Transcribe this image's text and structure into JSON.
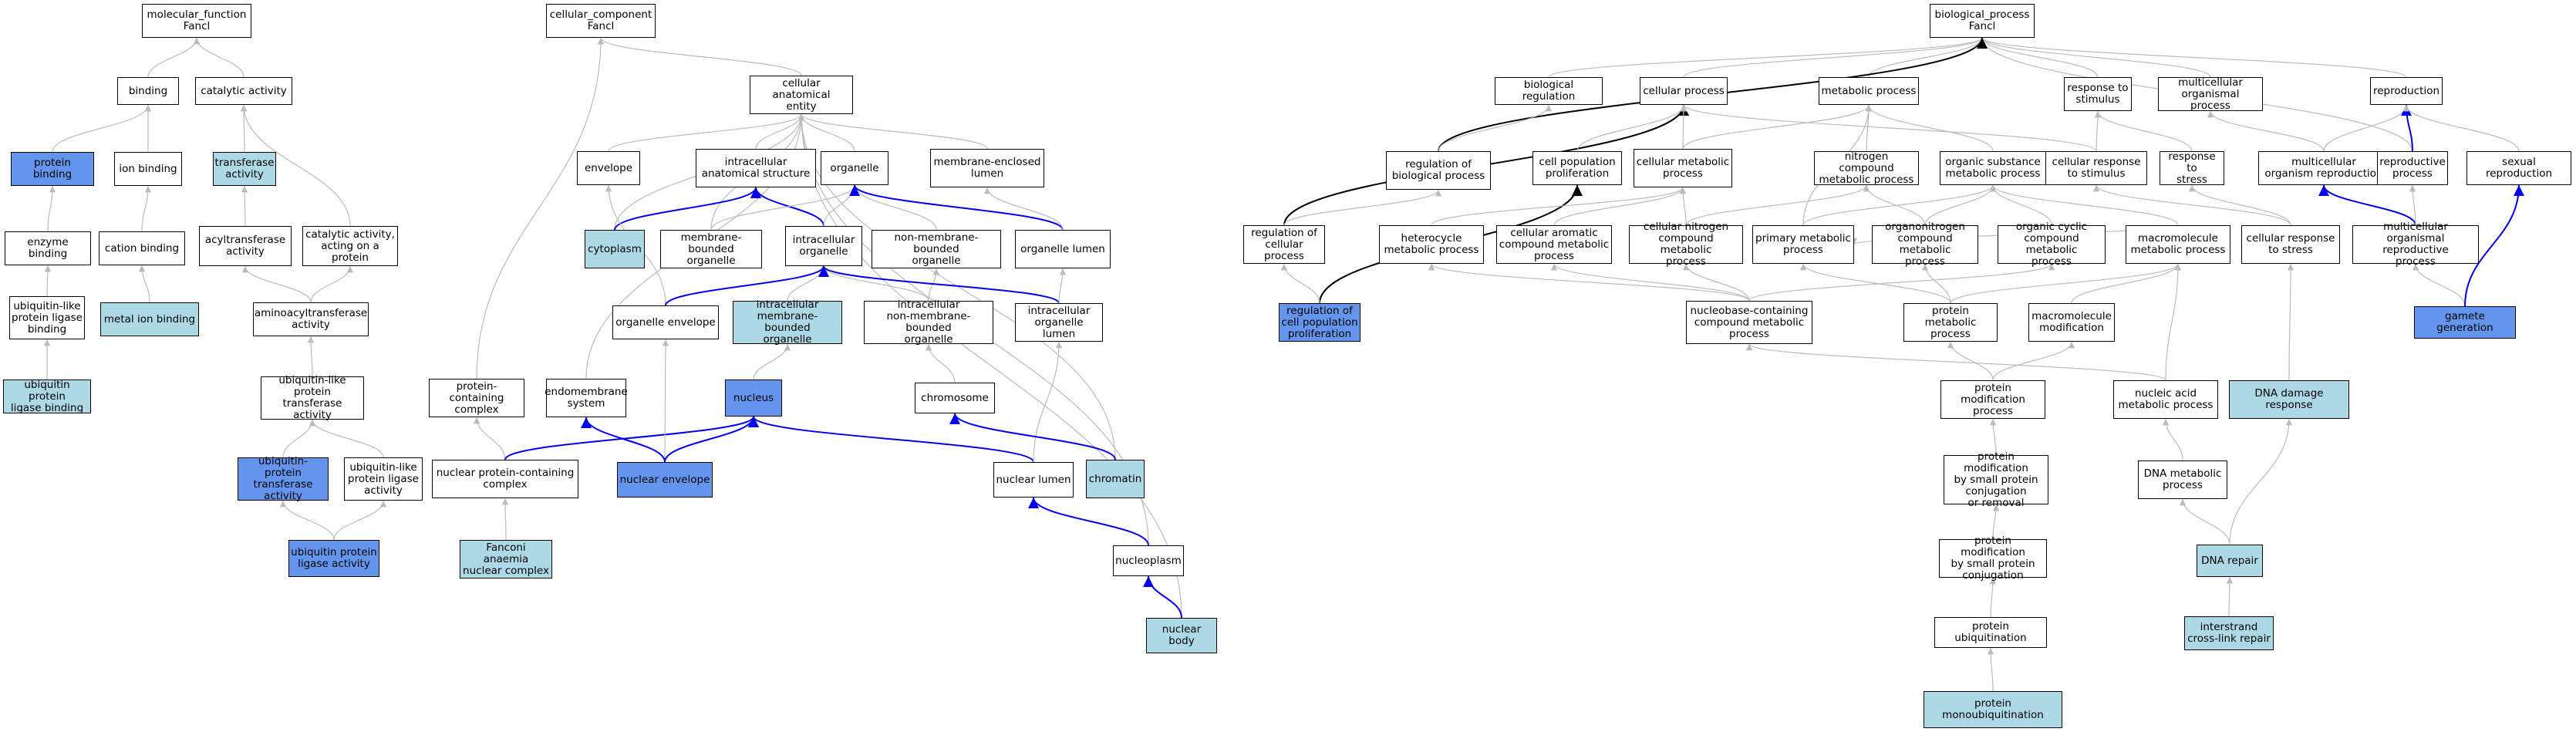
{
  "palette": {
    "white": "#ffffff",
    "light": "#ADD8E6",
    "blue": "#6495ED",
    "edge_gray": "#bbbbbb",
    "edge_blue": "#0000ee",
    "edge_black": "#000000"
  },
  "nodes": [
    {
      "id": "mf",
      "label": "molecular_function\nFancl",
      "fill": "white"
    },
    {
      "id": "binding",
      "label": "binding",
      "fill": "white"
    },
    {
      "id": "catact",
      "label": "catalytic activity",
      "fill": "white"
    },
    {
      "id": "protbind",
      "label": "protein binding",
      "fill": "blue"
    },
    {
      "id": "ionbind",
      "label": "ion binding",
      "fill": "white"
    },
    {
      "id": "transf",
      "label": "transferase\nactivity",
      "fill": "light"
    },
    {
      "id": "enzbind",
      "label": "enzyme binding",
      "fill": "white"
    },
    {
      "id": "catbind",
      "label": "cation binding",
      "fill": "white"
    },
    {
      "id": "acyltr",
      "label": "acyltransferase\nactivity",
      "fill": "white"
    },
    {
      "id": "catacting",
      "label": "catalytic activity,\nacting on a\nprotein",
      "fill": "white"
    },
    {
      "id": "ubllig",
      "label": "ubiquitin-like\nprotein ligase\nbinding",
      "fill": "white"
    },
    {
      "id": "metalbind",
      "label": "metal ion binding",
      "fill": "light"
    },
    {
      "id": "aminoacyl",
      "label": "aminoacyltransferase\nactivity",
      "fill": "white"
    },
    {
      "id": "ublprottr",
      "label": "ubiquitin-like\nprotein transferase\nactivity",
      "fill": "white"
    },
    {
      "id": "ubiqligbind",
      "label": "ubiquitin protein\nligase binding",
      "fill": "light"
    },
    {
      "id": "ubiqtr",
      "label": "ubiquitin-protein\ntransferase\nactivity",
      "fill": "blue"
    },
    {
      "id": "ublligact",
      "label": "ubiquitin-like\nprotein ligase\nactivity",
      "fill": "white"
    },
    {
      "id": "ubiqligact",
      "label": "ubiquitin protein\nligase activity",
      "fill": "blue"
    },
    {
      "id": "cc",
      "label": "cellular_component\nFancl",
      "fill": "white"
    },
    {
      "id": "cae",
      "label": "cellular anatomical\nentity",
      "fill": "white"
    },
    {
      "id": "envelope",
      "label": "envelope",
      "fill": "white"
    },
    {
      "id": "intrastruct",
      "label": "intracellular\nanatomical structure",
      "fill": "white"
    },
    {
      "id": "organelle",
      "label": "organelle",
      "fill": "white"
    },
    {
      "id": "membenc",
      "label": "membrane-enclosed\nlumen",
      "fill": "white"
    },
    {
      "id": "cytoplasm",
      "label": "cytoplasm",
      "fill": "light"
    },
    {
      "id": "membbound",
      "label": "membrane-bounded\norganelle",
      "fill": "white"
    },
    {
      "id": "intraorg",
      "label": "intracellular\norganelle",
      "fill": "white"
    },
    {
      "id": "nonmemb",
      "label": "non-membrane-bounded\norganelle",
      "fill": "white"
    },
    {
      "id": "orglumen",
      "label": "organelle lumen",
      "fill": "white"
    },
    {
      "id": "orgenv",
      "label": "organelle envelope",
      "fill": "white"
    },
    {
      "id": "intramembbound",
      "label": "intracellular\nmembrane-bounded\norganelle",
      "fill": "light"
    },
    {
      "id": "intranonmemb",
      "label": "intracellular\nnon-membrane-bounded\norganelle",
      "fill": "white"
    },
    {
      "id": "intraorglumen",
      "label": "intracellular\norganelle lumen",
      "fill": "white"
    },
    {
      "id": "protcontcomplex",
      "label": "protein-containing\ncomplex",
      "fill": "white"
    },
    {
      "id": "endomemb",
      "label": "endomembrane\nsystem",
      "fill": "white"
    },
    {
      "id": "nucleus",
      "label": "nucleus",
      "fill": "blue"
    },
    {
      "id": "chromosome",
      "label": "chromosome",
      "fill": "white"
    },
    {
      "id": "nucprotcomplex",
      "label": "nuclear protein-containing\ncomplex",
      "fill": "white"
    },
    {
      "id": "nucenv",
      "label": "nuclear envelope",
      "fill": "blue"
    },
    {
      "id": "nuclumen",
      "label": "nuclear lumen",
      "fill": "white"
    },
    {
      "id": "chromatin",
      "label": "chromatin",
      "fill": "light"
    },
    {
      "id": "fanconi",
      "label": "Fanconi anaemia\nnuclear complex",
      "fill": "light"
    },
    {
      "id": "nucleoplasm",
      "label": "nucleoplasm",
      "fill": "white"
    },
    {
      "id": "nucbody",
      "label": "nuclear body",
      "fill": "light"
    },
    {
      "id": "bp",
      "label": "biological_process\nFancl",
      "fill": "white"
    },
    {
      "id": "bioreg",
      "label": "biological regulation",
      "fill": "white"
    },
    {
      "id": "cellproc",
      "label": "cellular process",
      "fill": "white"
    },
    {
      "id": "metproc",
      "label": "metabolic process",
      "fill": "white"
    },
    {
      "id": "respstim",
      "label": "response to\nstimulus",
      "fill": "white"
    },
    {
      "id": "multiorg",
      "label": "multicellular\norganismal process",
      "fill": "white"
    },
    {
      "id": "repro",
      "label": "reproduction",
      "fill": "white"
    },
    {
      "id": "regbio",
      "label": "regulation of\nbiological process",
      "fill": "white"
    },
    {
      "id": "cellpopprolif",
      "label": "cell population\nproliferation",
      "fill": "white"
    },
    {
      "id": "cellmet",
      "label": "cellular metabolic\nprocess",
      "fill": "white"
    },
    {
      "id": "nitro",
      "label": "nitrogen compound\nmetabolic process",
      "fill": "white"
    },
    {
      "id": "orgsubst",
      "label": "organic substance\nmetabolic process",
      "fill": "white"
    },
    {
      "id": "cellresp",
      "label": "cellular response\nto stimulus",
      "fill": "white"
    },
    {
      "id": "respstress",
      "label": "response to\nstress",
      "fill": "white"
    },
    {
      "id": "multirepro",
      "label": "multicellular\norganism reproduction",
      "fill": "white"
    },
    {
      "id": "reproproc",
      "label": "reproductive\nprocess",
      "fill": "white"
    },
    {
      "id": "sexrepro",
      "label": "sexual reproduction",
      "fill": "white"
    },
    {
      "id": "regcellproc",
      "label": "regulation of\ncellular process",
      "fill": "white"
    },
    {
      "id": "heterocycle",
      "label": "heterocycle\nmetabolic process",
      "fill": "white"
    },
    {
      "id": "cellaromatic",
      "label": "cellular aromatic\ncompound metabolic\nprocess",
      "fill": "white"
    },
    {
      "id": "cellnitro",
      "label": "cellular nitrogen\ncompound metabolic\nprocess",
      "fill": "white"
    },
    {
      "id": "primmet",
      "label": "primary metabolic\nprocess",
      "fill": "white"
    },
    {
      "id": "organonitro",
      "label": "organonitrogen\ncompound metabolic\nprocess",
      "fill": "white"
    },
    {
      "id": "orgcyclic",
      "label": "organic cyclic\ncompound metabolic\nprocess",
      "fill": "white"
    },
    {
      "id": "macromet",
      "label": "macromolecule\nmetabolic process",
      "fill": "white"
    },
    {
      "id": "cellrespstress",
      "label": "cellular response\nto stress",
      "fill": "white"
    },
    {
      "id": "multireproproc",
      "label": "multicellular\norganismal reproductive\nprocess",
      "fill": "white"
    },
    {
      "id": "regcellpop",
      "label": "regulation of\ncell population\nproliferation",
      "fill": "blue"
    },
    {
      "id": "nucleobase",
      "label": "nucleobase-containing\ncompound metabolic\nprocess",
      "fill": "white"
    },
    {
      "id": "protmet",
      "label": "protein metabolic\nprocess",
      "fill": "white"
    },
    {
      "id": "macromod",
      "label": "macromolecule\nmodification",
      "fill": "white"
    },
    {
      "id": "gametegen",
      "label": "gamete generation",
      "fill": "blue"
    },
    {
      "id": "protmod",
      "label": "protein modification\nprocess",
      "fill": "white"
    },
    {
      "id": "nucacid",
      "label": "nucleic acid\nmetabolic process",
      "fill": "white"
    },
    {
      "id": "dnadamage",
      "label": "DNA damage response",
      "fill": "light"
    },
    {
      "id": "protmodsmall",
      "label": "protein modification\nby small protein\nconjugation\nor removal",
      "fill": "white"
    },
    {
      "id": "dnamet",
      "label": "DNA metabolic\nprocess",
      "fill": "white"
    },
    {
      "id": "protmodconj",
      "label": "protein modification\nby small protein\nconjugation",
      "fill": "white"
    },
    {
      "id": "dnarepair",
      "label": "DNA repair",
      "fill": "light"
    },
    {
      "id": "protubiq",
      "label": "protein ubiquitination",
      "fill": "white"
    },
    {
      "id": "interstrand",
      "label": "interstrand\ncross-link repair",
      "fill": "light"
    },
    {
      "id": "protmonoubiq",
      "label": "protein monoubiquitination",
      "fill": "light"
    }
  ],
  "edges": [
    {
      "from": "binding",
      "to": "mf",
      "style": "gray"
    },
    {
      "from": "catact",
      "to": "mf",
      "style": "gray"
    },
    {
      "from": "protbind",
      "to": "binding",
      "style": "gray"
    },
    {
      "from": "ionbind",
      "to": "binding",
      "style": "gray"
    },
    {
      "from": "transf",
      "to": "catact",
      "style": "gray"
    },
    {
      "from": "catacting",
      "to": "catact",
      "style": "gray"
    },
    {
      "from": "enzbind",
      "to": "protbind",
      "style": "gray"
    },
    {
      "from": "catbind",
      "to": "ionbind",
      "style": "gray"
    },
    {
      "from": "acyltr",
      "to": "transf",
      "style": "gray"
    },
    {
      "from": "ubllig",
      "to": "enzbind",
      "style": "gray"
    },
    {
      "from": "metalbind",
      "to": "catbind",
      "style": "gray"
    },
    {
      "from": "aminoacyl",
      "to": "acyltr",
      "style": "gray"
    },
    {
      "from": "aminoacyl",
      "to": "catacting",
      "style": "gray"
    },
    {
      "from": "ubiqligbind",
      "to": "ubllig",
      "style": "gray"
    },
    {
      "from": "ublprottr",
      "to": "aminoacyl",
      "style": "gray"
    },
    {
      "from": "ubiqtr",
      "to": "ublprottr",
      "style": "gray"
    },
    {
      "from": "ublligact",
      "to": "ublprottr",
      "style": "gray"
    },
    {
      "from": "ubiqligact",
      "to": "ubiqtr",
      "style": "gray"
    },
    {
      "from": "ubiqligact",
      "to": "ublligact",
      "style": "gray"
    },
    {
      "from": "cae",
      "to": "cc",
      "style": "gray"
    },
    {
      "from": "protcontcomplex",
      "to": "cc",
      "style": "gray"
    },
    {
      "from": "envelope",
      "to": "cae",
      "style": "gray"
    },
    {
      "from": "intrastruct",
      "to": "cae",
      "style": "gray"
    },
    {
      "from": "organelle",
      "to": "cae",
      "style": "gray"
    },
    {
      "from": "membenc",
      "to": "cae",
      "style": "gray"
    },
    {
      "from": "cytoplasm",
      "to": "cae",
      "style": "gray"
    },
    {
      "from": "membbound",
      "to": "cae",
      "style": "gray"
    },
    {
      "from": "endomemb",
      "to": "cae",
      "style": "gray"
    },
    {
      "from": "chromatin",
      "to": "cae",
      "style": "gray"
    },
    {
      "from": "nucleoplasm",
      "to": "cae",
      "style": "gray"
    },
    {
      "from": "nucbody",
      "to": "cae",
      "style": "gray"
    },
    {
      "from": "cytoplasm",
      "to": "intrastruct",
      "style": "blue"
    },
    {
      "from": "intraorg",
      "to": "intrastruct",
      "style": "blue"
    },
    {
      "from": "membbound",
      "to": "organelle",
      "style": "gray"
    },
    {
      "from": "intraorg",
      "to": "organelle",
      "style": "gray"
    },
    {
      "from": "nonmemb",
      "to": "organelle",
      "style": "gray"
    },
    {
      "from": "orglumen",
      "to": "organelle",
      "style": "blue"
    },
    {
      "from": "orglumen",
      "to": "membenc",
      "style": "gray"
    },
    {
      "from": "orgenv",
      "to": "envelope",
      "style": "gray"
    },
    {
      "from": "orgenv",
      "to": "intraorg",
      "style": "blue"
    },
    {
      "from": "intramembbound",
      "to": "intraorg",
      "style": "gray"
    },
    {
      "from": "intranonmemb",
      "to": "intraorg",
      "style": "gray"
    },
    {
      "from": "intranonmemb",
      "to": "nonmemb",
      "style": "gray"
    },
    {
      "from": "intraorglumen",
      "to": "intraorg",
      "style": "blue"
    },
    {
      "from": "intraorglumen",
      "to": "orglumen",
      "style": "gray"
    },
    {
      "from": "nucleus",
      "to": "intramembbound",
      "style": "gray"
    },
    {
      "from": "chromosome",
      "to": "intranonmemb",
      "style": "gray"
    },
    {
      "from": "nucprotcomplex",
      "to": "protcontcomplex",
      "style": "gray"
    },
    {
      "from": "nucprotcomplex",
      "to": "nucleus",
      "style": "blue"
    },
    {
      "from": "nucenv",
      "to": "orgenv",
      "style": "gray"
    },
    {
      "from": "nucenv",
      "to": "endomemb",
      "style": "blue"
    },
    {
      "from": "nucenv",
      "to": "nucleus",
      "style": "blue"
    },
    {
      "from": "nuclumen",
      "to": "nucleus",
      "style": "blue"
    },
    {
      "from": "nuclumen",
      "to": "intraorglumen",
      "style": "gray"
    },
    {
      "from": "chromatin",
      "to": "chromosome",
      "style": "blue"
    },
    {
      "from": "fanconi",
      "to": "nucprotcomplex",
      "style": "gray"
    },
    {
      "from": "nucleoplasm",
      "to": "nuclumen",
      "style": "blue"
    },
    {
      "from": "nucbody",
      "to": "nucleoplasm",
      "style": "blue"
    },
    {
      "from": "bioreg",
      "to": "bp",
      "style": "gray"
    },
    {
      "from": "cellproc",
      "to": "bp",
      "style": "gray"
    },
    {
      "from": "metproc",
      "to": "bp",
      "style": "gray"
    },
    {
      "from": "respstim",
      "to": "bp",
      "style": "gray"
    },
    {
      "from": "multiorg",
      "to": "bp",
      "style": "gray"
    },
    {
      "from": "repro",
      "to": "bp",
      "style": "gray"
    },
    {
      "from": "reproproc",
      "to": "bp",
      "style": "gray"
    },
    {
      "from": "regbio",
      "to": "bp",
      "style": "black"
    },
    {
      "from": "regbio",
      "to": "bioreg",
      "style": "gray"
    },
    {
      "from": "regcellproc",
      "to": "cellproc",
      "style": "black"
    },
    {
      "from": "regcellproc",
      "to": "regbio",
      "style": "gray"
    },
    {
      "from": "cellpopprolif",
      "to": "cellproc",
      "style": "gray"
    },
    {
      "from": "regcellpop",
      "to": "cellpopprolif",
      "style": "black"
    },
    {
      "from": "regcellpop",
      "to": "regcellproc",
      "style": "gray"
    },
    {
      "from": "cellmet",
      "to": "cellproc",
      "style": "gray"
    },
    {
      "from": "cellmet",
      "to": "metproc",
      "style": "gray"
    },
    {
      "from": "nitro",
      "to": "metproc",
      "style": "gray"
    },
    {
      "from": "orgsubst",
      "to": "metproc",
      "style": "gray"
    },
    {
      "from": "primmet",
      "to": "metproc",
      "style": "gray"
    },
    {
      "from": "cellresp",
      "to": "respstim",
      "style": "gray"
    },
    {
      "from": "cellresp",
      "to": "cellproc",
      "style": "gray"
    },
    {
      "from": "respstress",
      "to": "respstim",
      "style": "gray"
    },
    {
      "from": "multirepro",
      "to": "multiorg",
      "style": "gray"
    },
    {
      "from": "multirepro",
      "to": "repro",
      "style": "gray"
    },
    {
      "from": "reproproc",
      "to": "repro",
      "style": "blue"
    },
    {
      "from": "sexrepro",
      "to": "repro",
      "style": "gray"
    },
    {
      "from": "heterocycle",
      "to": "cellmet",
      "style": "gray"
    },
    {
      "from": "cellaromatic",
      "to": "cellmet",
      "style": "gray"
    },
    {
      "from": "cellnitro",
      "to": "cellmet",
      "style": "gray"
    },
    {
      "from": "cellnitro",
      "to": "nitro",
      "style": "gray"
    },
    {
      "from": "primmet",
      "to": "orgsubst",
      "style": "gray"
    },
    {
      "from": "organonitro",
      "to": "nitro",
      "style": "gray"
    },
    {
      "from": "organonitro",
      "to": "orgsubst",
      "style": "gray"
    },
    {
      "from": "orgcyclic",
      "to": "orgsubst",
      "style": "gray"
    },
    {
      "from": "macromet",
      "to": "orgsubst",
      "style": "gray"
    },
    {
      "from": "macromet",
      "to": "primmet",
      "style": "gray"
    },
    {
      "from": "cellrespstress",
      "to": "cellresp",
      "style": "gray"
    },
    {
      "from": "cellrespstress",
      "to": "respstress",
      "style": "gray"
    },
    {
      "from": "multireproproc",
      "to": "multirepro",
      "style": "blue"
    },
    {
      "from": "multireproproc",
      "to": "reproproc",
      "style": "gray"
    },
    {
      "from": "nucleobase",
      "to": "heterocycle",
      "style": "gray"
    },
    {
      "from": "nucleobase",
      "to": "cellaromatic",
      "style": "gray"
    },
    {
      "from": "nucleobase",
      "to": "cellnitro",
      "style": "gray"
    },
    {
      "from": "nucleobase",
      "to": "orgcyclic",
      "style": "gray"
    },
    {
      "from": "protmet",
      "to": "primmet",
      "style": "gray"
    },
    {
      "from": "protmet",
      "to": "organonitro",
      "style": "gray"
    },
    {
      "from": "protmet",
      "to": "macromet",
      "style": "gray"
    },
    {
      "from": "macromod",
      "to": "macromet",
      "style": "gray"
    },
    {
      "from": "gametegen",
      "to": "multireproproc",
      "style": "gray"
    },
    {
      "from": "gametegen",
      "to": "sexrepro",
      "style": "blue"
    },
    {
      "from": "protmod",
      "to": "protmet",
      "style": "gray"
    },
    {
      "from": "protmod",
      "to": "macromod",
      "style": "gray"
    },
    {
      "from": "nucacid",
      "to": "nucleobase",
      "style": "gray"
    },
    {
      "from": "nucacid",
      "to": "macromet",
      "style": "gray"
    },
    {
      "from": "dnadamage",
      "to": "cellrespstress",
      "style": "gray"
    },
    {
      "from": "protmodsmall",
      "to": "protmod",
      "style": "gray"
    },
    {
      "from": "dnamet",
      "to": "nucacid",
      "style": "gray"
    },
    {
      "from": "protmodconj",
      "to": "protmodsmall",
      "style": "gray"
    },
    {
      "from": "dnarepair",
      "to": "dnamet",
      "style": "gray"
    },
    {
      "from": "dnarepair",
      "to": "dnadamage",
      "style": "gray"
    },
    {
      "from": "protubiq",
      "to": "protmodconj",
      "style": "gray"
    },
    {
      "from": "interstrand",
      "to": "dnarepair",
      "style": "gray"
    },
    {
      "from": "protmonoubiq",
      "to": "protubiq",
      "style": "gray"
    }
  ]
}
